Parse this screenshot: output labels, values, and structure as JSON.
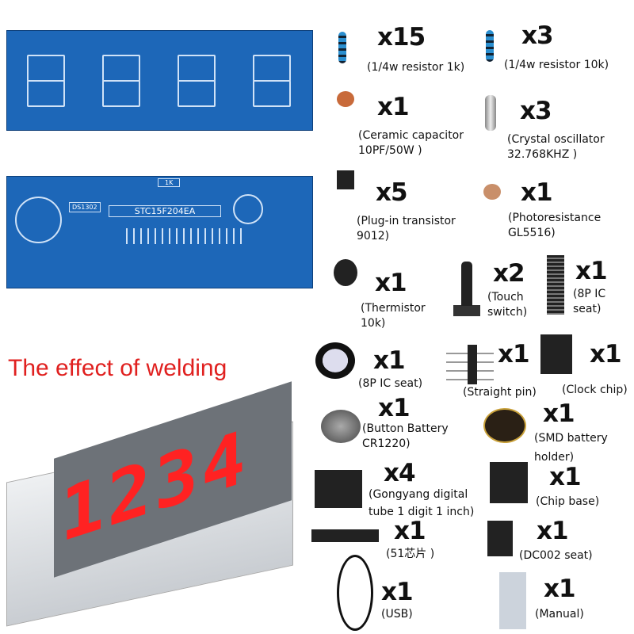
{
  "headline": "The effect of welding",
  "pcb": {
    "chip_label": "STC15F204EA",
    "rtc_label": "DS1302",
    "resistor_label": "1K"
  },
  "assembled_display": "1234",
  "colors": {
    "pcb_blue": "#1d67b8",
    "headline_red": "#e0201f",
    "led_red": "#ff2222"
  },
  "items": [
    {
      "qty": "x15",
      "desc": "(1/4w resistor 1k)",
      "icon": "resistor-icon"
    },
    {
      "qty": "x3",
      "desc": "(1/4w resistor 10k)",
      "icon": "resistor-icon"
    },
    {
      "qty": "x1",
      "desc": "(Ceramic capacitor\n10PF/50W )",
      "icon": "capacitor-icon"
    },
    {
      "qty": "x3",
      "desc": "(Crystal oscillator\n32.768KHZ )",
      "icon": "crystal-icon"
    },
    {
      "qty": "x5",
      "desc": "(Plug-in transistor\n9012)",
      "icon": "transistor-icon"
    },
    {
      "qty": "x1",
      "desc": "(Photoresistance\nGL5516)",
      "icon": "photoresistor-icon"
    },
    {
      "qty": "x1",
      "desc": "(Thermistor\n10k)",
      "icon": "thermistor-icon"
    },
    {
      "qty": "x2",
      "desc": "(Touch\nswitch)",
      "icon": "switch-icon"
    },
    {
      "qty": "x1",
      "desc": "(8P IC\nseat)",
      "icon": "ic-socket-icon"
    },
    {
      "qty": "x1",
      "desc": "(8P IC seat)",
      "icon": "buzzer-icon"
    },
    {
      "qty": "x1",
      "desc": "(Straight pin)",
      "icon": "pin-header-icon"
    },
    {
      "qty": "x1",
      "desc": "(Clock chip)",
      "icon": "chip-icon"
    },
    {
      "qty": "x1",
      "desc": "(Button Battery\nCR1220)",
      "icon": "battery-icon"
    },
    {
      "qty": "x1",
      "desc": "(SMD battery\nholder)",
      "icon": "battery-holder-icon"
    },
    {
      "qty": "x4",
      "desc": "(Gongyang digital\ntube 1 digit 1 inch)",
      "icon": "digit-tube-icon"
    },
    {
      "qty": "x1",
      "desc": "(Chip base)",
      "icon": "chip-base-icon"
    },
    {
      "qty": "x1",
      "desc": "(51芯片 )",
      "icon": "mcu-chip-icon"
    },
    {
      "qty": "x1",
      "desc": "(DC002 seat)",
      "icon": "dc-jack-icon"
    },
    {
      "qty": "x1",
      "desc": "(USB)",
      "icon": "usb-cable-icon"
    },
    {
      "qty": "x1",
      "desc": "(Manual)",
      "icon": "manual-icon"
    }
  ]
}
